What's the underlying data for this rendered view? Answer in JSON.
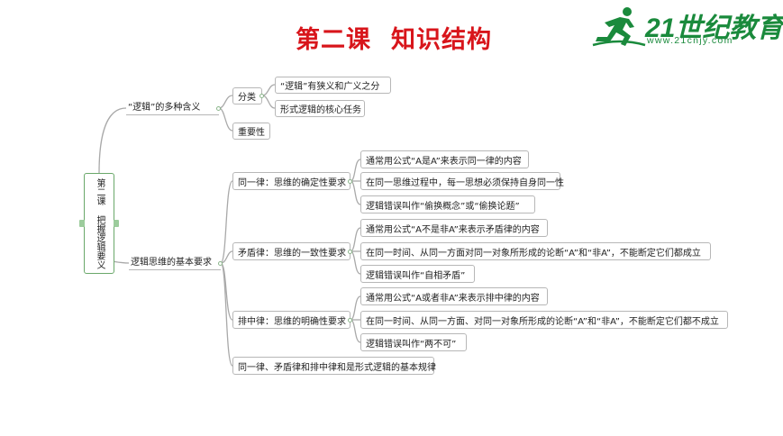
{
  "title": {
    "part1": "第二课",
    "part2": "知识结构"
  },
  "logo": {
    "brand": "21世纪教育",
    "url": "www.21cnjy.com"
  },
  "root": "第二课 把握逻辑要义",
  "meaning": {
    "label": "“逻辑”的多种含义",
    "classify": {
      "label": "分类",
      "items": [
        "“逻辑”有狭义和广义之分",
        "形式逻辑的核心任务"
      ]
    },
    "importance": "重要性"
  },
  "requirements": {
    "label": "逻辑思维的基本要求",
    "identity": {
      "label": "同一律：思维的确定性要求",
      "items": [
        "通常用公式“A是A”来表示同一律的内容",
        "在同一思维过程中，每一思想必须保持自身同一性",
        "逻辑错误叫作“偷换概念”或“偷换论题”"
      ]
    },
    "contradiction": {
      "label": "矛盾律：思维的一致性要求",
      "items": [
        "通常用公式“A不是非A”来表示矛盾律的内容",
        "在同一时间、从同一方面对同一对象所形成的论断“A”和“非A”，不能断定它们都成立",
        "逻辑错误叫作“自相矛盾”"
      ]
    },
    "excluded_middle": {
      "label": "排中律：思维的明确性要求",
      "items": [
        "通常用公式“A或者非A”来表示排中律的内容",
        "在同一时间、从同一方面、对同一对象所形成的论断“A”和“非A”，不能断定它们都不成立",
        "逻辑错误叫作“两不可”"
      ]
    },
    "summary": "同一律、矛盾律和排中律和是形式逻辑的基本规律"
  }
}
